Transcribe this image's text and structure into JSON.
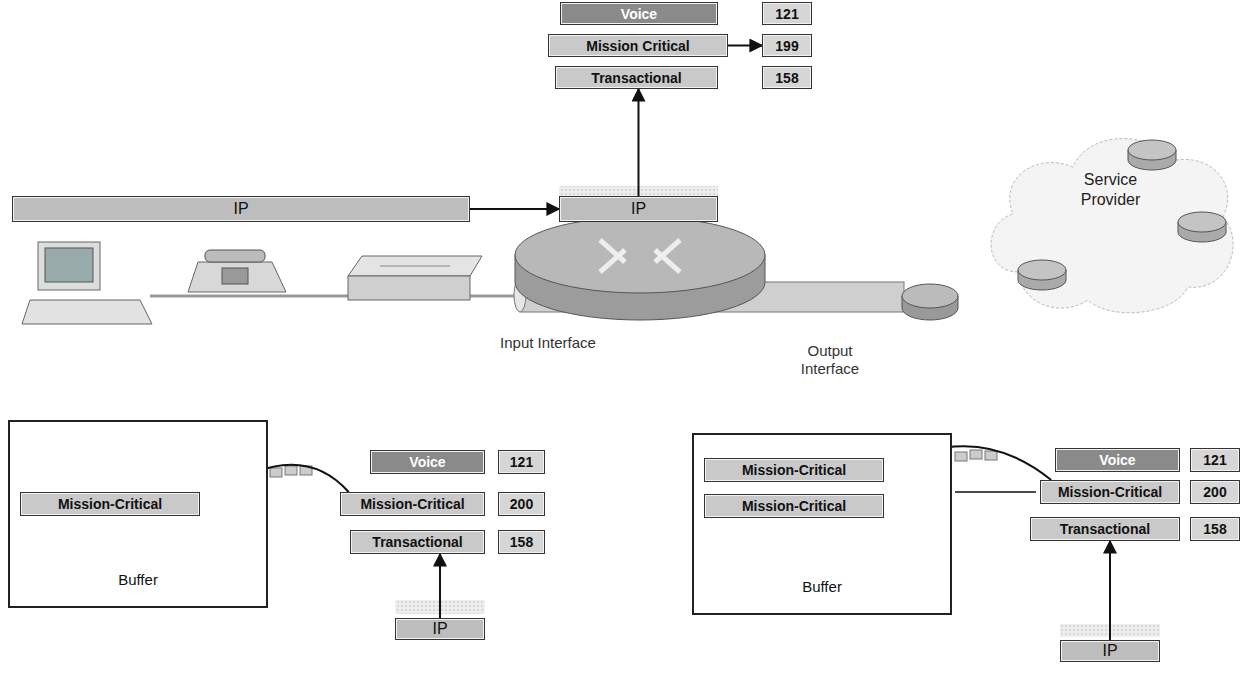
{
  "diagram": {
    "nodes": [
      {
        "text": [
          "Voice"
        ]
      },
      {
        "text": [
          "121"
        ]
      },
      {
        "text": [
          "Mission Critical"
        ]
      },
      {
        "text": [
          "199"
        ]
      },
      {
        "text": [
          "Transactional"
        ]
      },
      {
        "text": [
          "158"
        ]
      },
      {
        "text": [
          "IP"
        ]
      },
      {
        "text": [
          "IP"
        ]
      },
      {
        "text": [
          "Service Provider"
        ]
      },
      {
        "text": [
          "Buffer"
        ]
      },
      {
        "text": [
          "Mission-Critical"
        ],
        "in": 9
      },
      {
        "text": [
          "Voice"
        ]
      },
      {
        "text": [
          "121"
        ]
      },
      {
        "text": [
          "Mission-Critical"
        ]
      },
      {
        "text": [
          "200"
        ]
      },
      {
        "text": [
          "Transactional"
        ]
      },
      {
        "text": [
          "158"
        ]
      },
      {
        "text": [
          "IP"
        ]
      },
      {
        "text": [
          "Buffer"
        ]
      },
      {
        "text": [
          "Mission-Critical"
        ],
        "in": 18
      },
      {
        "text": [
          "Mission-Critical"
        ],
        "in": 18
      },
      {
        "text": [
          "Voice"
        ]
      },
      {
        "text": [
          "121"
        ]
      },
      {
        "text": [
          "Mission-Critical"
        ]
      },
      {
        "text": [
          "200"
        ]
      },
      {
        "text": [
          "Transactional"
        ]
      },
      {
        "text": [
          "158"
        ]
      },
      {
        "text": [
          "IP"
        ]
      }
    ],
    "edges": [
      {
        "from": 6,
        "to": 7,
        "arrow": "to"
      },
      {
        "from": 7,
        "to": 4,
        "arrow": "to"
      },
      {
        "from": 2,
        "to": 3,
        "arrow": "to"
      },
      {
        "from": 13,
        "to": 10,
        "arrow": "to"
      },
      {
        "from": 17,
        "to": 15,
        "arrow": "to"
      },
      {
        "from": 23,
        "to": 19,
        "arrow": "to"
      },
      {
        "from": 27,
        "to": 25,
        "arrow": "to"
      }
    ],
    "labels": [
      "Input Interface",
      "Output Interface"
    ]
  }
}
